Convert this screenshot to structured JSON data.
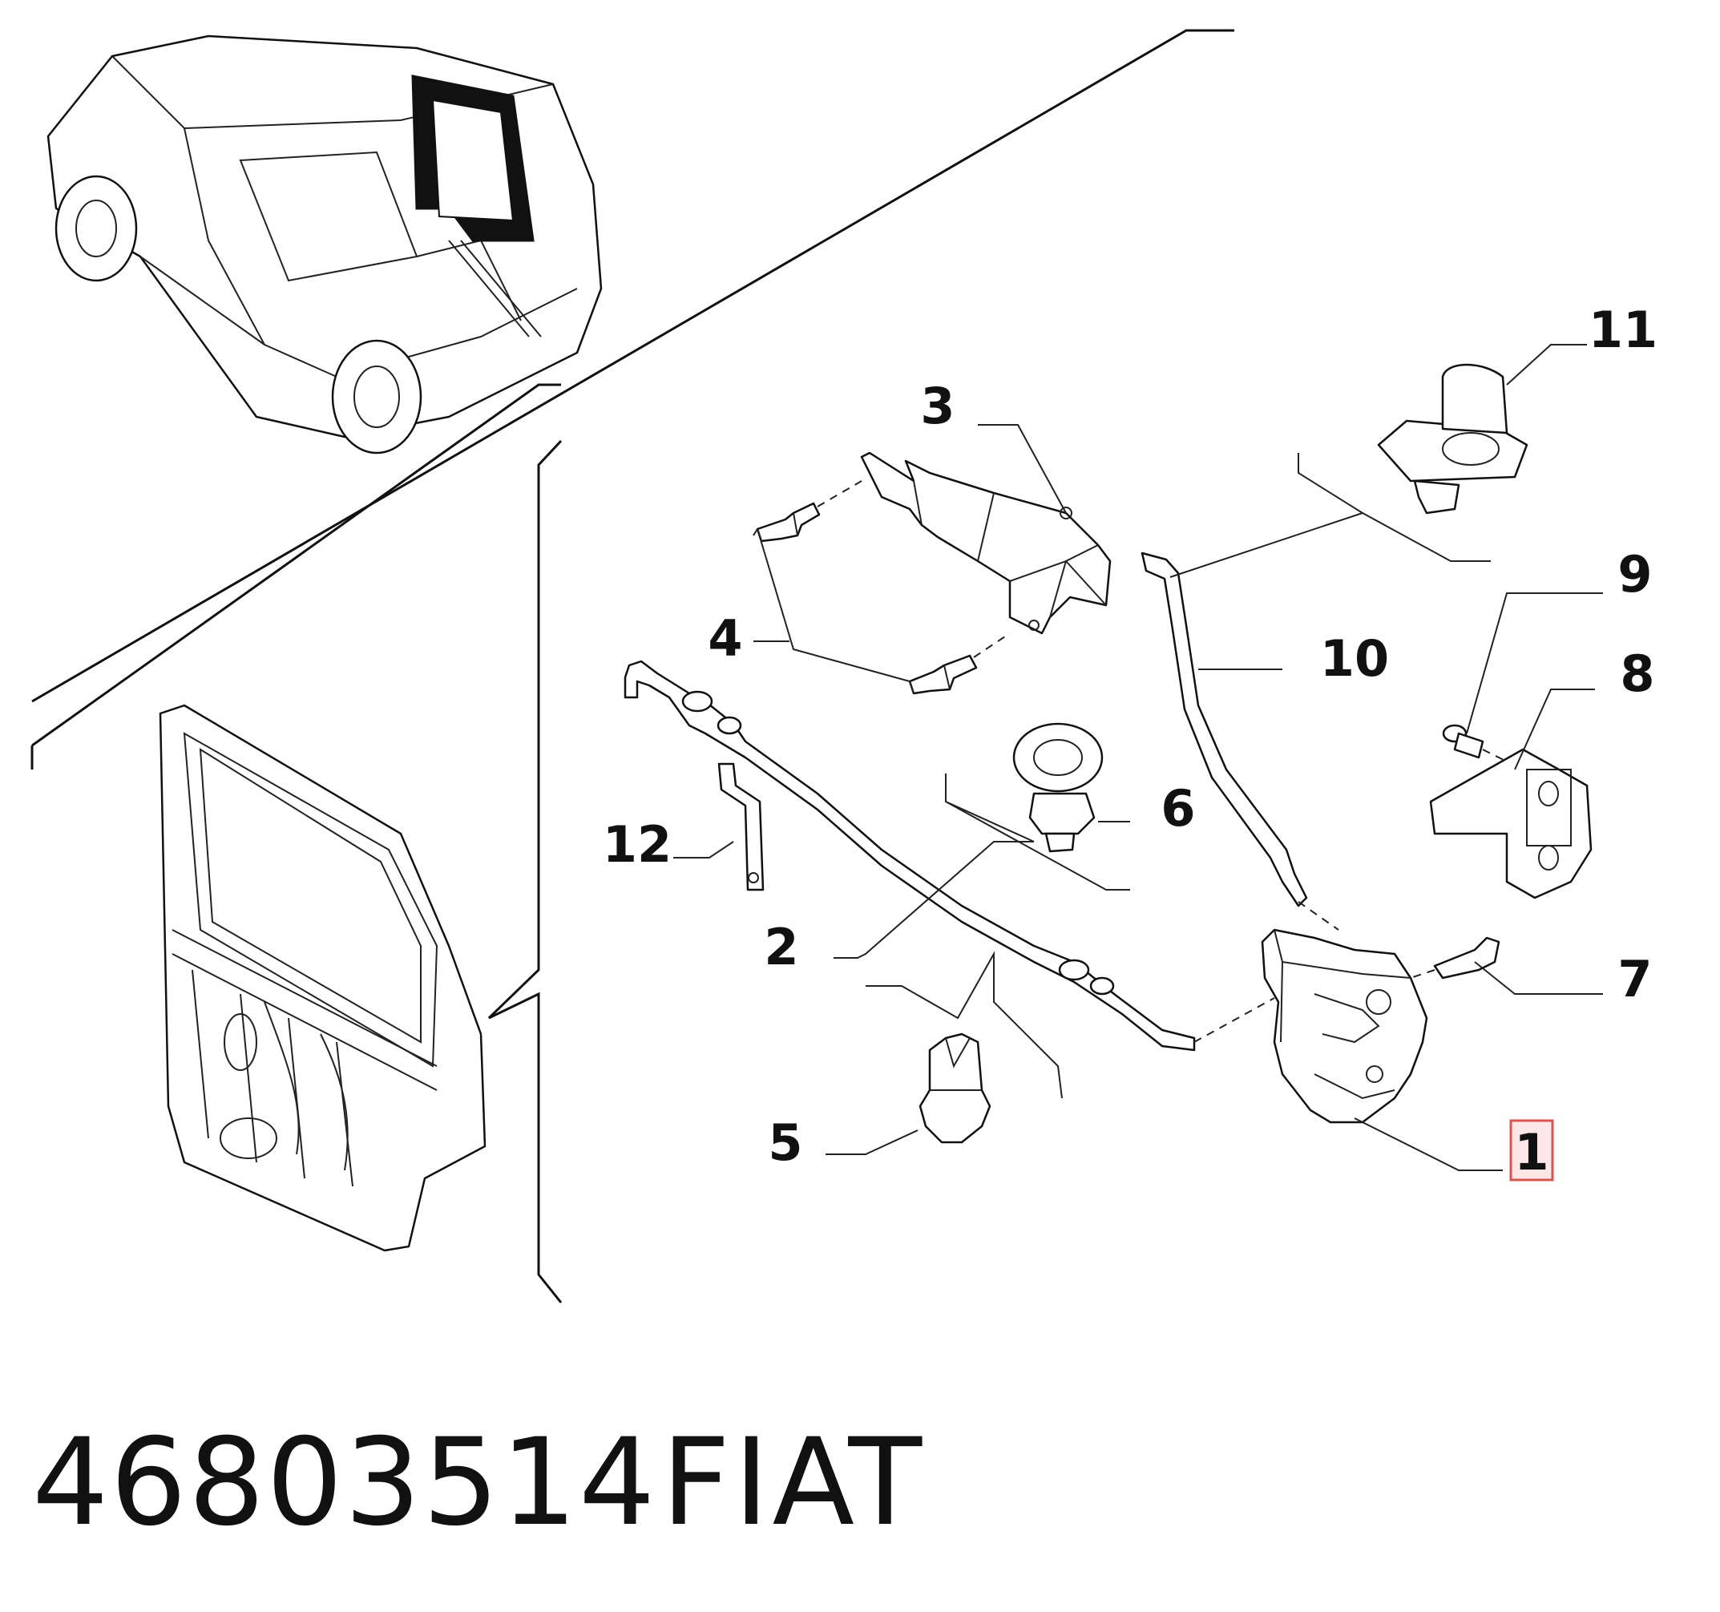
{
  "diagram": {
    "callouts": [
      {
        "id": "1",
        "label": "1",
        "highlighted": true
      },
      {
        "id": "2",
        "label": "2"
      },
      {
        "id": "3",
        "label": "3"
      },
      {
        "id": "4",
        "label": "4"
      },
      {
        "id": "5",
        "label": "5"
      },
      {
        "id": "6",
        "label": "6"
      },
      {
        "id": "7",
        "label": "7"
      },
      {
        "id": "8",
        "label": "8"
      },
      {
        "id": "9",
        "label": "9"
      },
      {
        "id": "10",
        "label": "10"
      },
      {
        "id": "11",
        "label": "11"
      },
      {
        "id": "12",
        "label": "12"
      }
    ],
    "highlight_color": "#d9534f",
    "highlight_fill": "#fde6e6"
  },
  "footer": {
    "part_number": "46803514",
    "brand": "FIAT"
  }
}
